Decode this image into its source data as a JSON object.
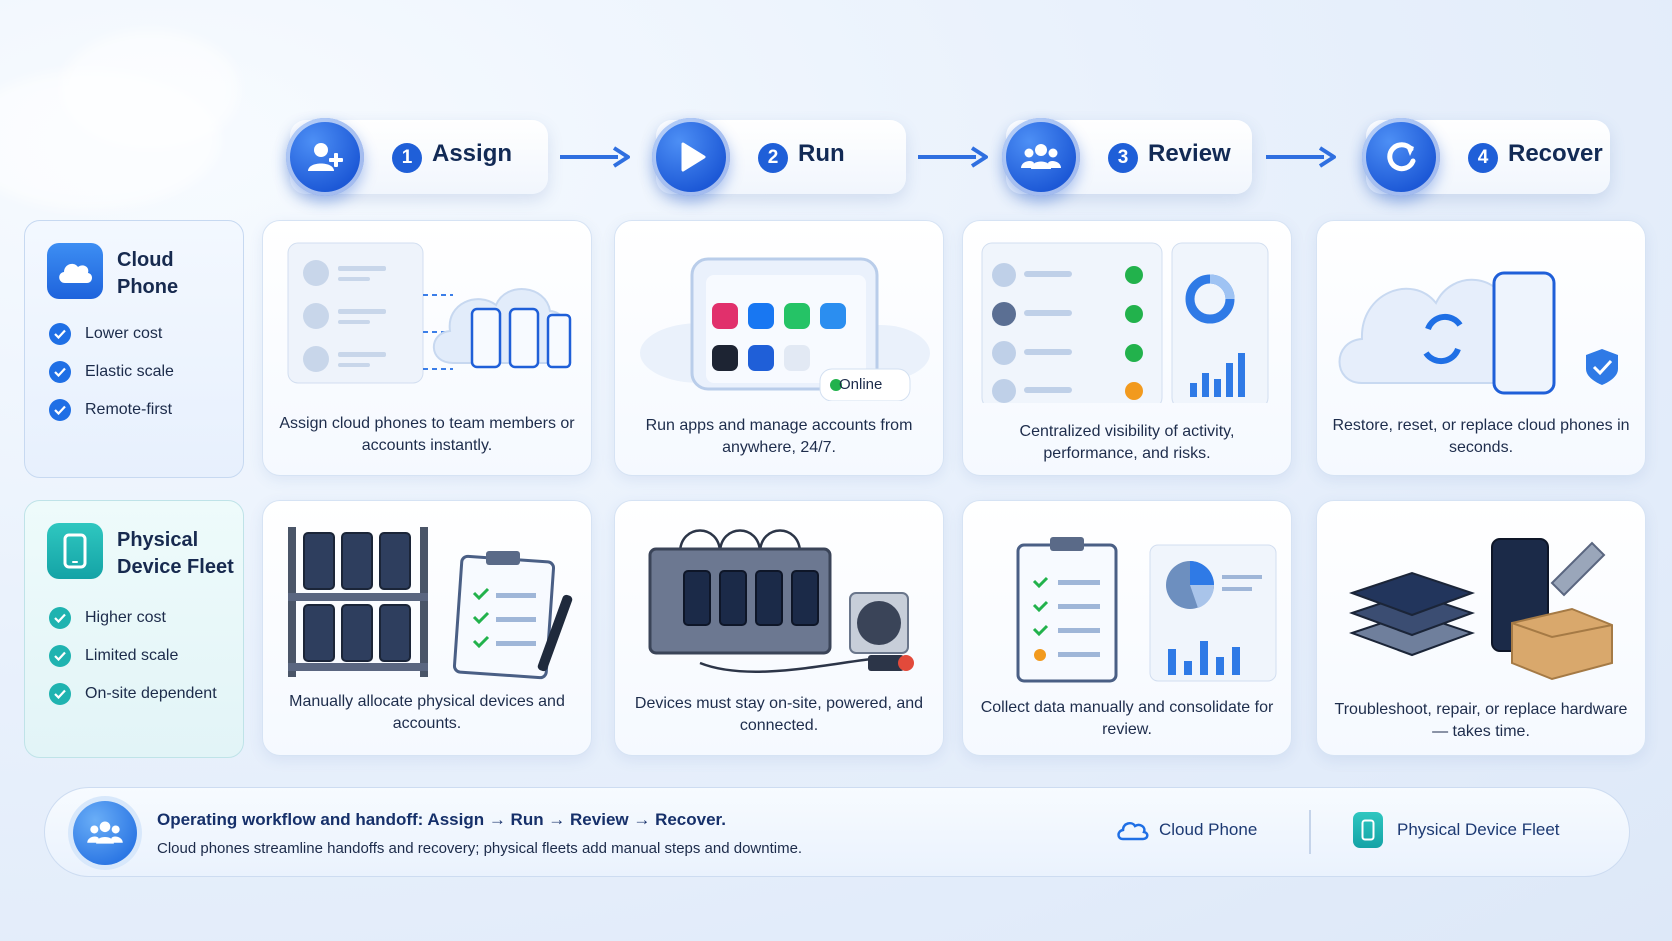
{
  "steps": [
    {
      "number": "1",
      "label": "Assign",
      "icon": "add-user-icon"
    },
    {
      "number": "2",
      "label": "Run",
      "icon": "play-icon"
    },
    {
      "number": "3",
      "label": "Review",
      "icon": "team-icon"
    },
    {
      "number": "4",
      "label": "Recover",
      "icon": "refresh-icon"
    }
  ],
  "cloud_phone": {
    "title": "Cloud Phone",
    "features": [
      "Lower cost",
      "Elastic scale",
      "Remote-first"
    ],
    "accent": "#1f6fe5",
    "captions": [
      "Assign cloud phones to team members or accounts instantly.",
      "Run apps and manage accounts from anywhere, 24/7.",
      "Centralized visibility of activity, performance, and risks.",
      "Restore, reset, or replace cloud phones in seconds."
    ],
    "online_label": "Online"
  },
  "physical_fleet": {
    "title": "Physical Device Fleet",
    "features": [
      "Higher cost",
      "Limited scale",
      "On-site dependent"
    ],
    "accent": "#1fb3b0",
    "captions": [
      "Manually allocate physical devices and accounts.",
      "Devices must stay on-site, powered, and connected.",
      "Collect data manually and consolidate for review.",
      "Troubleshoot, repair, or replace hardware — takes time."
    ]
  },
  "bottom": {
    "title": "Operating workflow and handoff: Assign → Run → Review → Recover.",
    "subtitle": "Cloud phones streamline handoffs and recovery; physical fleets add manual steps and downtime.",
    "legend": [
      "Cloud Phone",
      "Physical Device Fleet"
    ]
  }
}
